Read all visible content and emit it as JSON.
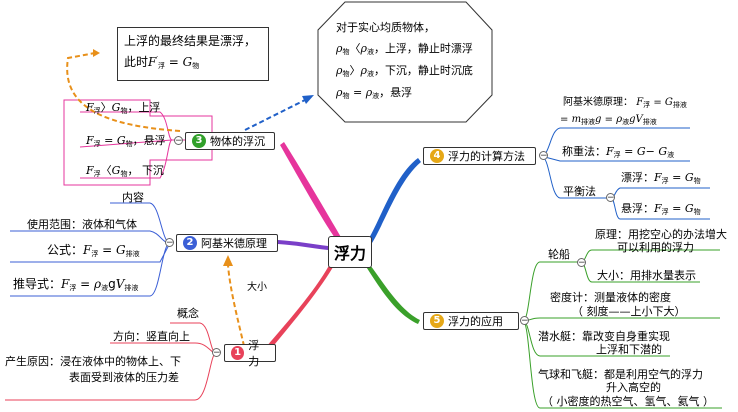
{
  "center": {
    "label": "浮力"
  },
  "colors": {
    "branch_1": "#e8425a",
    "branch_2": "#3b5fd6",
    "branch_3": "#31a02a",
    "branch_4": "#e6a817",
    "branch_5": "#e6a817",
    "pink_line": "#e6359c",
    "blue_line": "#2060c8",
    "green_line": "#3aa02a",
    "orange_dash": "#e8901a"
  },
  "branches": {
    "b1": {
      "num": "1",
      "label": "浮力",
      "children": {
        "concept": "概念",
        "direction": "方向：竖直向上",
        "cause_1": "产生原因：浸在液体中的物体上、下",
        "cause_2": "表面受到液体的压力差"
      },
      "link_label": "大小"
    },
    "b2": {
      "num": "2",
      "label": "阿基米德原理",
      "children": {
        "content": "内容",
        "range": "使用范围：液体和气体",
        "formula_prefix": "公式：",
        "formula_sub": "浮",
        "formula_sub2": "排液",
        "derived_prefix": "推导式：",
        "derived_sub": "浮",
        "derived_sub2": "液",
        "derived_sub3": "排液"
      }
    },
    "b3": {
      "num": "3",
      "label": "物体的浮沉",
      "children": {
        "float_up": "上浮",
        "suspend": "悬浮",
        "sink": "下沉",
        "sub_float": "浮",
        "sub_obj": "物"
      }
    },
    "b4": {
      "num": "4",
      "label": "浮力的计算方法",
      "children": {
        "archimedes": "阿基米德原理：",
        "weighing": "称重法：",
        "balance": "平衡法",
        "floating": "漂浮：",
        "suspending": "悬浮：",
        "sub_float": "浮",
        "sub_pai": "排液",
        "sub_obj": "物",
        "sub_liq": "液"
      }
    },
    "b5": {
      "num": "5",
      "label": "浮力的应用",
      "children": {
        "ship": "轮船",
        "ship_principle_1": "原理：用挖空心的办法增大",
        "ship_principle_2": "可以利用的浮力",
        "ship_size": "大小：用排水量表示",
        "densimeter_1": "密度计：测量液体的密度",
        "densimeter_2": "（ 刻度——上小下大）",
        "submarine_1": "潜水艇：靠改变自身重实现",
        "submarine_2": "上浮和下潜的",
        "balloon_1": "气球和飞艇：都是利用空气的浮力",
        "balloon_2": "升入高空的",
        "balloon_3": "（ 小密度的热空气、氢气、氦气 ）"
      }
    }
  },
  "callouts": {
    "float_result_1": "上浮的最终结果是漂浮，",
    "float_result_2": "此时",
    "solid_title": "对于实心均质物体，",
    "solid_up": "上浮，静止时漂浮",
    "solid_down": "下沉，静止时沉底",
    "solid_eq": "悬浮",
    "sub_obj": "物",
    "sub_liq": "液",
    "sub_float": "浮"
  }
}
